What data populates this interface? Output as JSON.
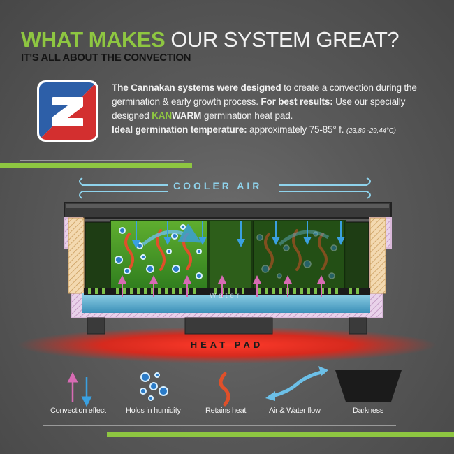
{
  "header": {
    "title_accent": "WHAT MAKES",
    "title_rest": " OUR SYSTEM GREAT?",
    "subtitle": "IT'S ALL ABOUT THE CONVECTION"
  },
  "intro": {
    "p1_bold": "The Cannakan systems were designed",
    "p1_rest": " to create a convection during the germination & early growth process. ",
    "p2_bold": "For best results:",
    "p2_rest": " Use our specially designed ",
    "kan": "KAN",
    "warm": "WARM",
    "p2_end": " germination heat pad.",
    "p3_bold": "Ideal germination temperature:",
    "p3_rest": " approximately 75-85° f. ",
    "p3_small": "(23,89 -29,44°C)"
  },
  "diagram": {
    "cooler_air": "COOLER AIR",
    "water": "Water",
    "heat_pad": "HEAT PAD"
  },
  "legend": [
    {
      "label": "Convection effect",
      "icon": "convection-arrows-icon"
    },
    {
      "label": "Holds in humidity",
      "icon": "bubbles-icon"
    },
    {
      "label": "Retains heat",
      "icon": "flame-icon"
    },
    {
      "label": "Air & Water flow",
      "icon": "curved-double-arrow-icon"
    },
    {
      "label": "Darkness",
      "icon": "dark-shape-icon"
    }
  ],
  "colors": {
    "accent_green": "#8ec641",
    "cooler_air_blue": "#8fd3ec",
    "heat_red": "#d62a1e",
    "arrow_pink": "#d86bb4",
    "arrow_blue": "#3aa0e0"
  }
}
